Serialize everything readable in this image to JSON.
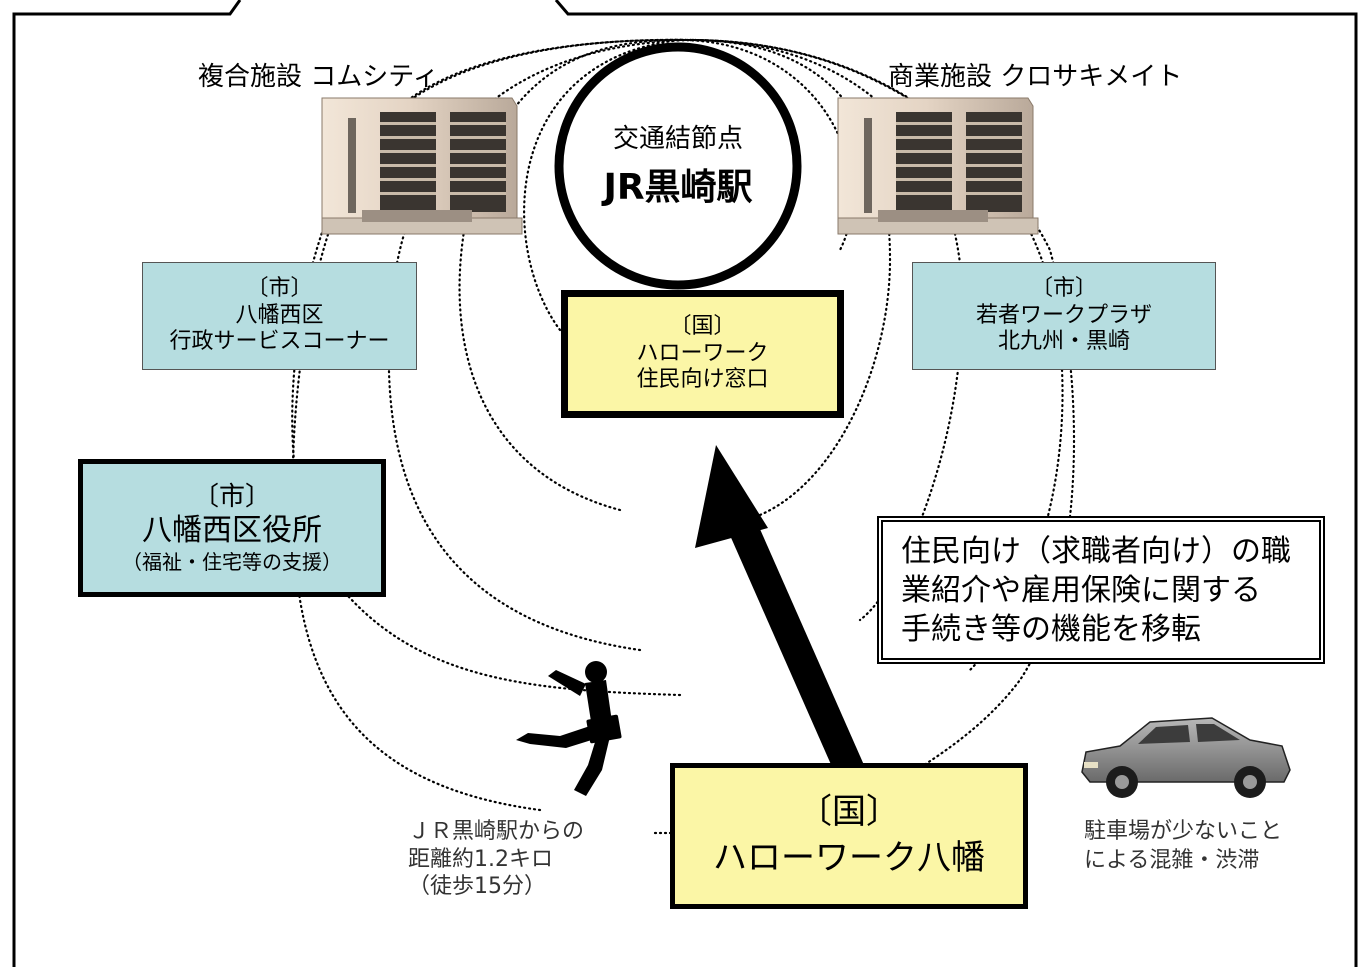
{
  "facilities": {
    "left_title": "複合施設 コムシティ",
    "right_title": "商業施設 クロサキメイト"
  },
  "hub": {
    "line1": "交通結節点",
    "line2": "JR黒崎駅"
  },
  "boxes": {
    "yahatanishi_corner": [
      "〔市〕",
      "八幡西区",
      "行政サービスコーナー"
    ],
    "hellowork_window": [
      "〔国〕",
      "ハローワーク",
      "住民向け窓口"
    ],
    "youth_plaza": [
      "〔市〕",
      "若者ワークプラザ",
      "北九州・黒崎"
    ],
    "ward_office": [
      "〔市〕",
      "八幡西区役所",
      "（福祉・住宅等の支援）"
    ],
    "hellowork_yahata": [
      "〔国〕",
      "ハローワーク八幡"
    ]
  },
  "callout": [
    "住民向け（求職者向け）の職",
    "業紹介や雇用保険に関する",
    "手続き等の機能を移転"
  ],
  "distance_note": [
    "ＪＲ黒崎駅からの",
    "距離約1.2キロ",
    "（徒歩15分）"
  ],
  "parking_note": [
    "駐車場が少ないこと",
    "による混雑・渋滞"
  ],
  "icons": [
    "building-icon",
    "running-businessman-icon",
    "car-icon"
  ]
}
